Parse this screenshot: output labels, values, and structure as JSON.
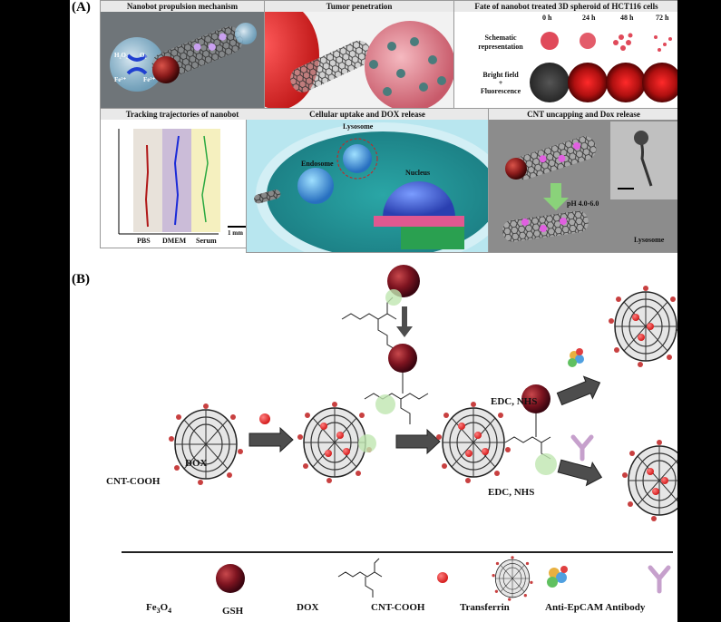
{
  "panelA": {
    "label": "(A)",
    "propulsion": {
      "title": "Nanobot propulsion mechanism",
      "h2o2": "H₂O₂",
      "o2": "O₂",
      "fe2": "Fe²⁺",
      "fe3": "Fe³⁺"
    },
    "tumor": {
      "title": "Tumor penetration"
    },
    "fate": {
      "title": "Fate of nanobot treated 3D spheroid of HCT116 cells",
      "times": [
        "0 h",
        "24 h",
        "48 h",
        "72 h"
      ],
      "row1": "Schematic representation",
      "row2a": "Bright field",
      "row2b": "+",
      "row2c": "Fluorescence"
    },
    "tracking": {
      "title": "Tracking trajectories of nanobot",
      "media": [
        "PBS",
        "DMEM",
        "Serum"
      ],
      "scale": "1 mm"
    },
    "uptake": {
      "title": "Cellular uptake and DOX release",
      "lysosome": "Lysosome",
      "endosome": "Endosome",
      "nucleus": "Nucleus"
    },
    "uncapping": {
      "title": "CNT uncapping and Dox release",
      "ph": "pH 4.0-6.0",
      "lysosome": "Lysosome"
    }
  },
  "panelB": {
    "label": "(B)",
    "cnt_label": "CNT-COOH",
    "dox_step": "DOX",
    "edc1": "EDC, NHS",
    "edc2": "EDC, NHS",
    "legend": {
      "fe3o4_base": "Fe",
      "fe3o4_sub1": "3",
      "fe3o4_mid": "O",
      "fe3o4_sub2": "4",
      "gsh": "GSH",
      "dox": "DOX",
      "cnt": "CNT-COOH",
      "transferrin": "Transferrin",
      "antibody": "Anti-EpCAM Antibody"
    }
  }
}
